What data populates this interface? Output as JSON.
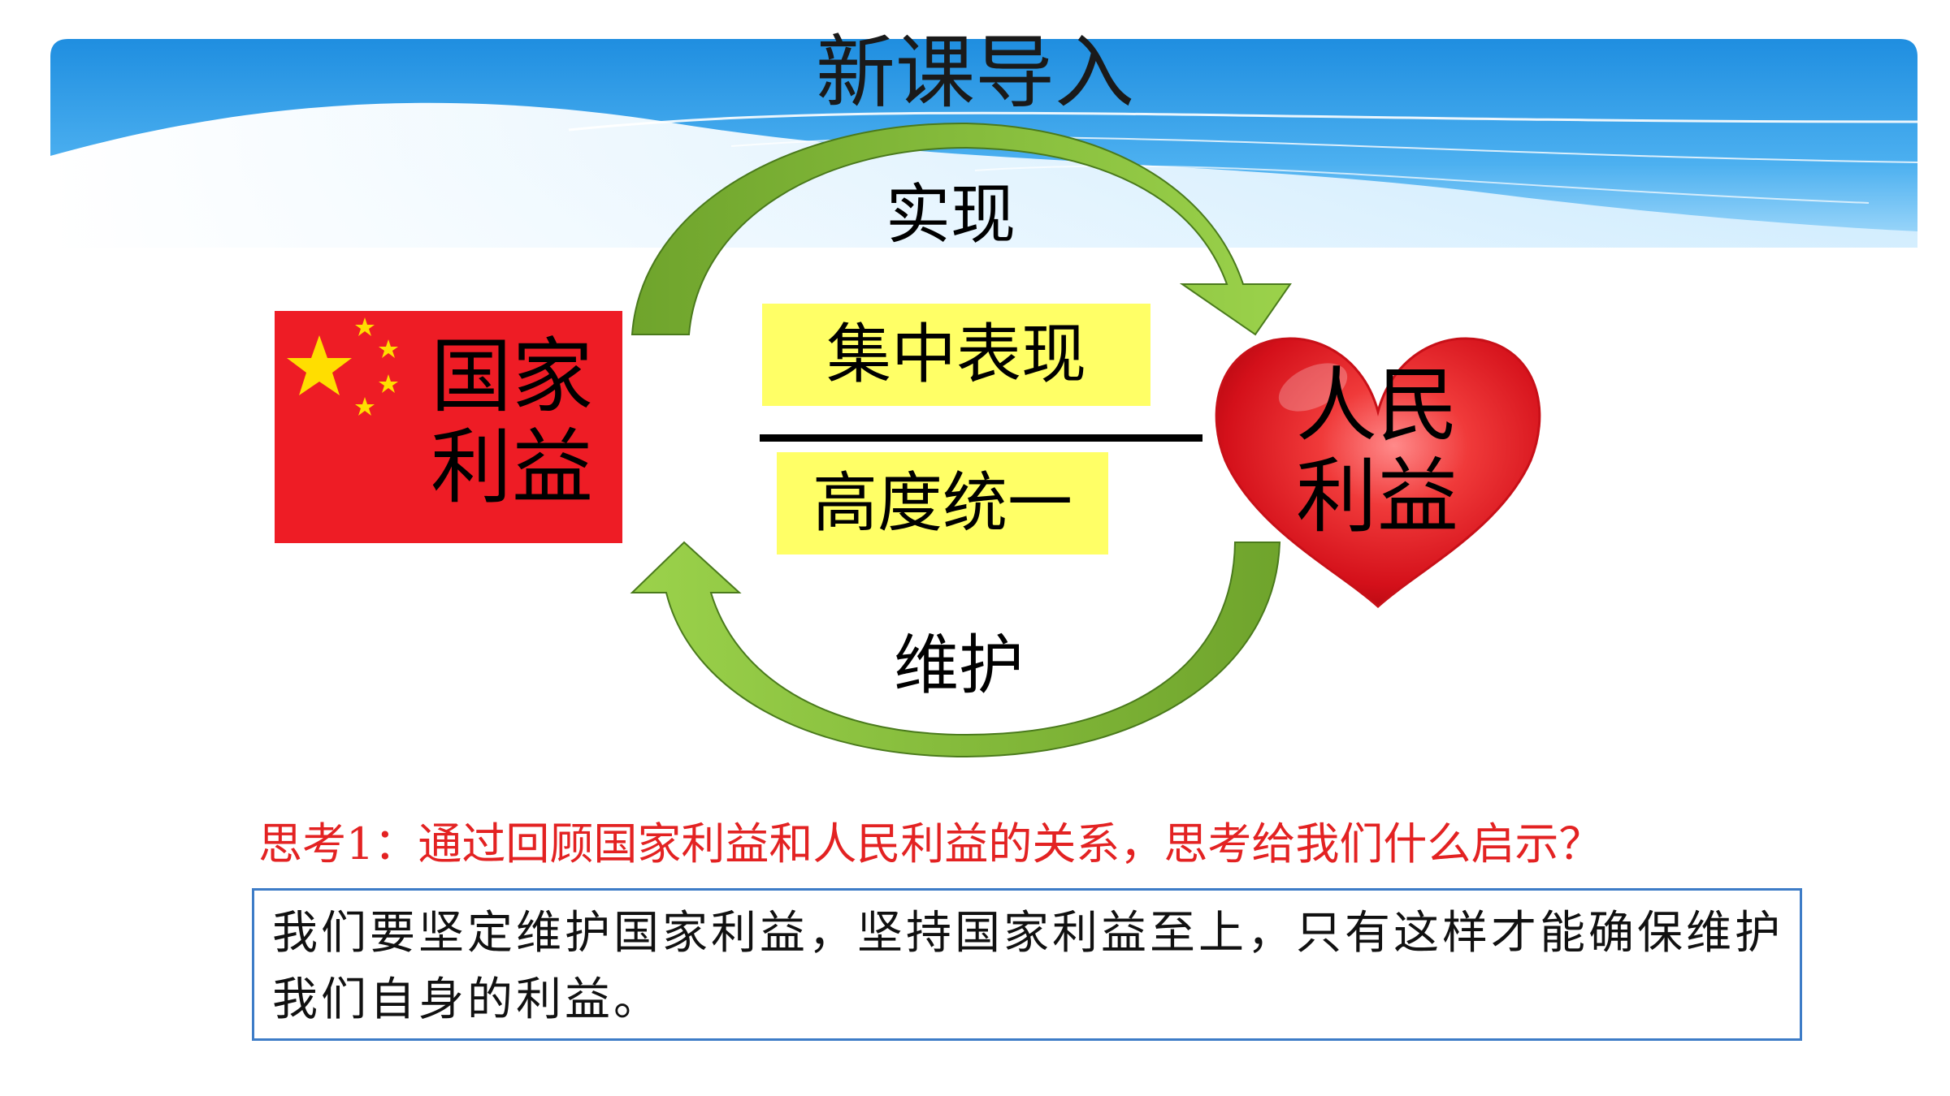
{
  "slide": {
    "title": "新课导入",
    "left_node": {
      "line1": "国家",
      "line2": "利益"
    },
    "right_node": {
      "line1": "人民",
      "line2": "利益"
    },
    "top_arrow_label": "实现",
    "bottom_arrow_label": "维护",
    "center_top": "集中表现",
    "center_bottom": "高度统一",
    "question": "思考1：通过回顾国家利益和人民利益的关系，思考给我们什么启示？",
    "answer": "我们要坚定维护国家利益，坚持国家利益至上，只有这样才能确保维护我们自身的利益。"
  },
  "colors": {
    "header_blue": "#1e8fe0",
    "flag_red": "#ee1c25",
    "flag_star": "#ffde00",
    "heart_red": "#e0141c",
    "arrow_green": "#8cc63f",
    "highlight_yellow": "#ffff66",
    "question_red": "#e32222",
    "answer_border": "#3d7cc7"
  },
  "icons": {
    "flag": "china-flag-icon",
    "heart": "heart-icon",
    "top_arrow": "curved-arrow-right-icon",
    "bottom_arrow": "curved-arrow-left-icon"
  }
}
